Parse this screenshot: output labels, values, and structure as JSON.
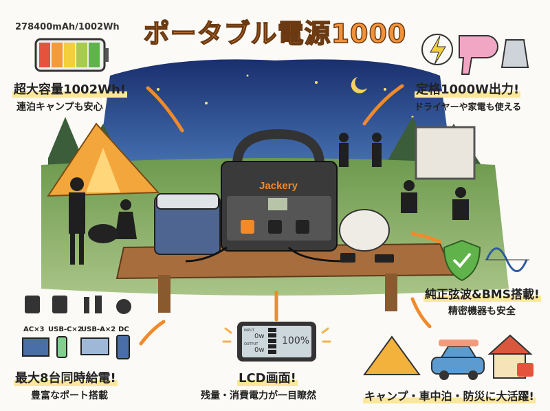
{
  "title": "ポータブル電源1000",
  "capacity_spec": "278400mAh/1002Wh",
  "features": {
    "capacity": {
      "headline": "超大容量1002Wh!",
      "sub": "連泊キャンプも安心"
    },
    "output": {
      "headline": "定格1000W出力!",
      "sub": "ドライヤーや家電も使える"
    },
    "safety": {
      "headline": "純正弦波&BMS搭載!",
      "sub": "精密機器も安全"
    },
    "ports": {
      "headline": "最大8台同時給電!",
      "sub": "豊富なポート搭載",
      "labels": [
        "AC×3",
        "USB-C×2",
        "USB-A×2",
        "DC"
      ]
    },
    "lcd": {
      "headline": "LCD画面!",
      "sub": "残量・消費電力が一目瞭然",
      "input_label": "INPUT",
      "output_label": "OUTPUT",
      "input_value": "0w",
      "output_value": "0w",
      "battery_percent": "100%"
    },
    "usage": {
      "headline": "キャンプ・車中泊・防災に大活躍!"
    }
  },
  "product_brand": "Jackery",
  "colors": {
    "title": "#f2923a",
    "sky": "#1f3a78",
    "grass": "#7aa35a",
    "wood": "#9a6336",
    "accent": "#f08a2c"
  }
}
